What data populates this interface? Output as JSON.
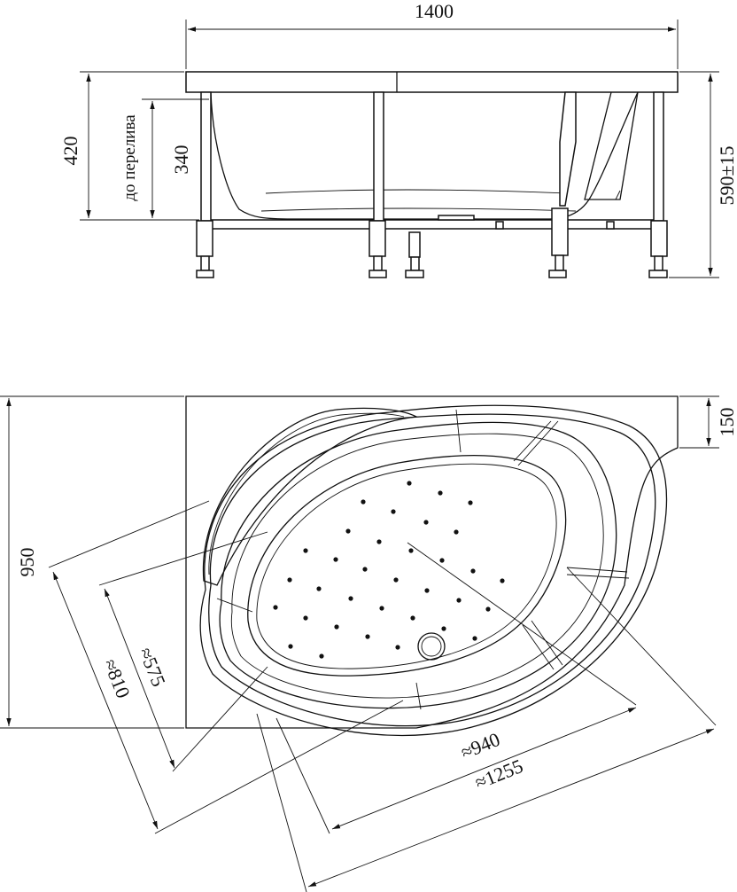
{
  "side_view": {
    "width_label": "1400",
    "height_label": "420",
    "overflow_note": "до перелива",
    "depth_label": "340",
    "total_height_label": "590±15"
  },
  "top_view": {
    "height_label": "950",
    "corner_label": "150",
    "inner_diag_label": "≈575",
    "outer_diag_label": "≈810",
    "inner_length_label": "≈940",
    "outer_length_label": "≈1255"
  }
}
